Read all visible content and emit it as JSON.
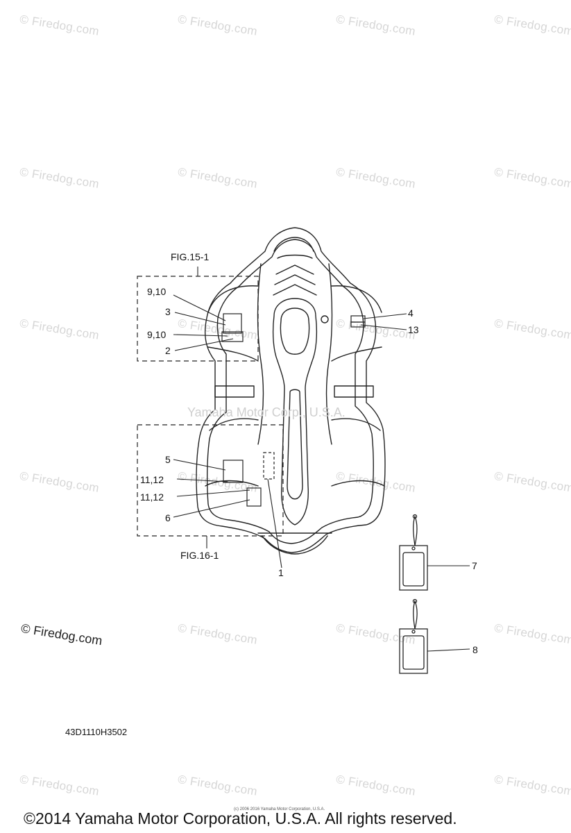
{
  "watermark": "© Firedog.com",
  "center_watermark": "Yamaha Motor Corp., U.S.A.",
  "figure_labels": {
    "fig15": "FIG.15-1",
    "fig16": "FIG.16-1"
  },
  "callouts": {
    "c910a": "9,10",
    "c3": "3",
    "c910b": "9,10",
    "c2": "2",
    "c4": "4",
    "c13": "13",
    "c5": "5",
    "c1112a": "11,12",
    "c1112b": "11,12",
    "c6": "6",
    "c1": "1",
    "c7": "7",
    "c8": "8"
  },
  "part_code": "43D1110H3502",
  "tiny_notice": "(c) 2006 2016 Yamaha Motor Corporation, U.S.A.",
  "copyright": "©2014 Yamaha Motor Corporation, U.S.A. All rights reserved.",
  "colors": {
    "line": "#222222",
    "watermark": "#d6d6d6"
  }
}
